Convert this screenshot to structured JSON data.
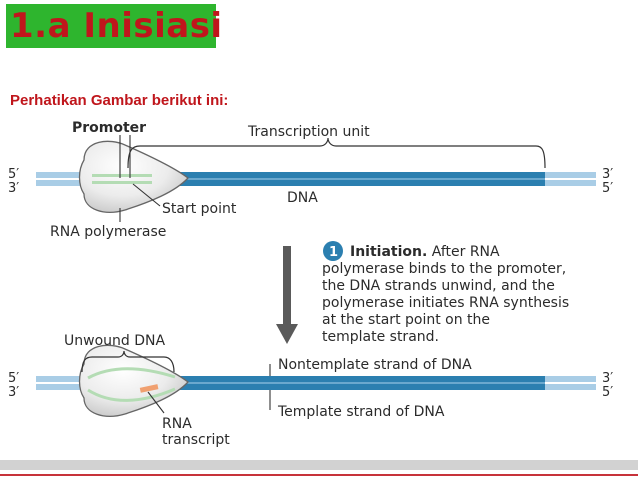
{
  "slide": {
    "title": "1.a Inisiasi",
    "subtitle": "Perhatikan Gambar berikut ini:"
  },
  "top_diagram": {
    "promoter_label": "Promoter",
    "transcription_unit_label": "Transcription unit",
    "dna_label": "DNA",
    "start_point_label": "Start point",
    "rna_polymerase_label": "RNA polymerase",
    "left_end_top": "5′",
    "left_end_bottom": "3′",
    "right_end_top": "3′",
    "right_end_bottom": "5′"
  },
  "step": {
    "number": "1",
    "title": "Initiation.",
    "lines": [
      " After RNA",
      "polymerase binds to the promoter,",
      "the DNA strands unwind, and the",
      "polymerase initiates RNA synthesis",
      "at the start point on the",
      "template strand."
    ]
  },
  "bottom_diagram": {
    "unwound_dna_label": "Unwound DNA",
    "nontemplate_label": "Nontemplate strand of DNA",
    "template_label": "Template strand of DNA",
    "rna_transcript_line1": "RNA",
    "rna_transcript_line2": "transcript",
    "left_end_top": "5′",
    "left_end_bottom": "3′",
    "right_end_top": "3′",
    "right_end_bottom": "5′"
  },
  "colors": {
    "title_background": "#2eb52e",
    "title_text": "#c0161c",
    "dna_strand_dark": "#2b7fb0",
    "dna_strand_light": "#a9cde6",
    "footer_line": "#c7323a"
  }
}
